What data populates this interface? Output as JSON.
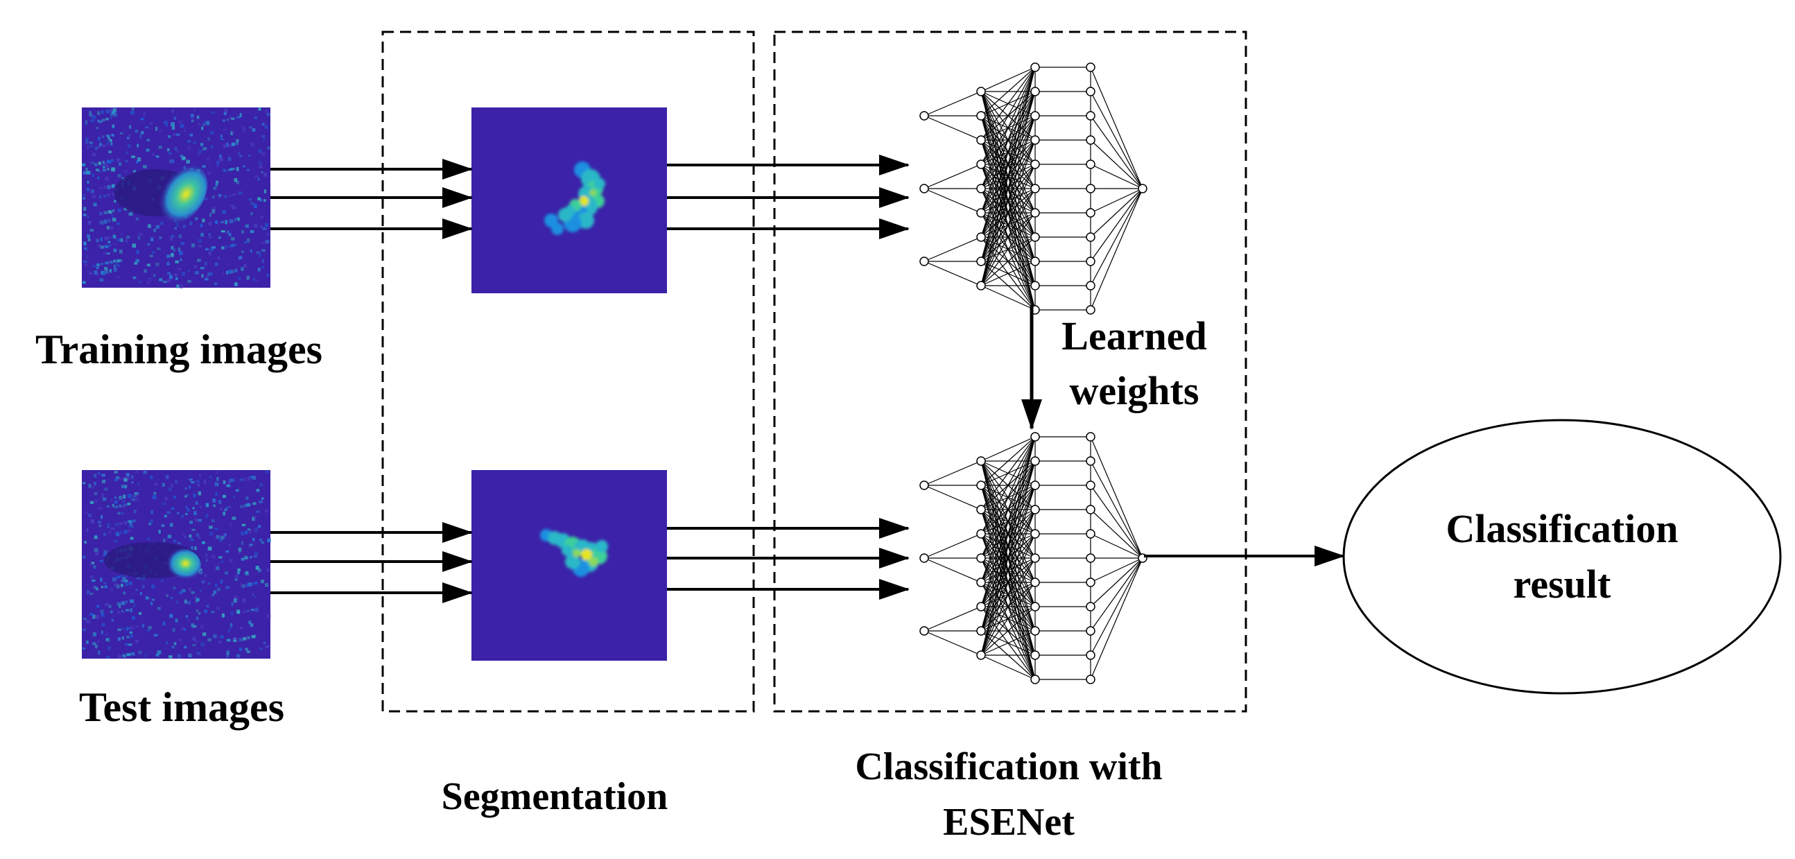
{
  "labels": {
    "training_images": "Training images",
    "test_images": "Test images",
    "segmentation": "Segmentation",
    "classification_line1": "Classification with",
    "classification_line2": "ESENet",
    "learned_weights_line1": "Learned",
    "learned_weights_line2": "weights",
    "result_line1": "Classification",
    "result_line2": "result"
  },
  "colors": {
    "image_background": "#3b22a8",
    "speckle_light": "#2aa6c8",
    "target_yellow": "#e6e41a",
    "line": "#000000"
  },
  "network": {
    "input_nodes": 3,
    "layer1_nodes": 9,
    "layer2_nodes": 11,
    "layer3_nodes": 11,
    "output_nodes": 1
  }
}
